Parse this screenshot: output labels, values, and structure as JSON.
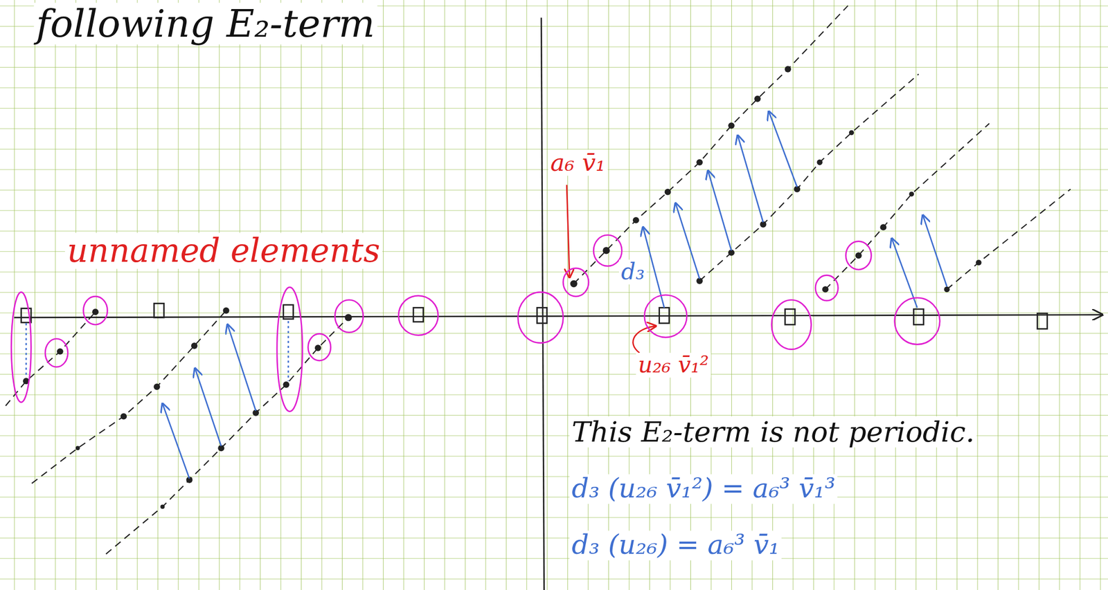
{
  "diagram": {
    "title": "following E₂-term",
    "labels": [
      "unnamed elements",
      "a₆ v̄₁",
      "d₃",
      "u₂₆ v̄₁²",
      "This E₂-term is not periodic.",
      "d₃ (u₂₆ v̄₁²) = a₆³ v̄₁³",
      "d₃ (u₂₆) = a₆³ v̄₁"
    ]
  }
}
